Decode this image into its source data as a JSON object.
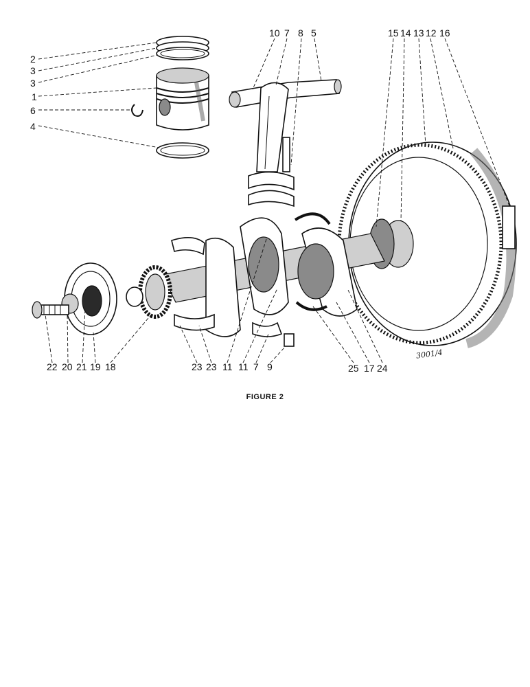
{
  "figure": {
    "caption": "FIGURE 2",
    "drawing_number": "3001/4"
  },
  "callouts": {
    "left_column": [
      "2",
      "3",
      "3",
      "1",
      "6",
      "4"
    ],
    "top_middle": [
      "10",
      "7",
      "8",
      "5"
    ],
    "top_right": [
      "15",
      "14",
      "13",
      "12",
      "16"
    ],
    "bottom_left": [
      "22",
      "20",
      "21",
      "19",
      "18"
    ],
    "bottom_middle": [
      "23",
      "23",
      "11",
      "11",
      "7",
      "9"
    ],
    "bottom_right": [
      "25",
      "17",
      "24"
    ]
  }
}
